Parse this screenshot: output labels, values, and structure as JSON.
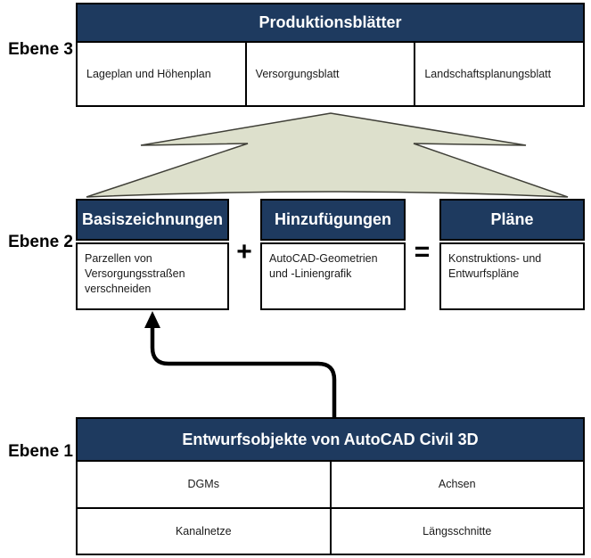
{
  "colors": {
    "header_navy": "#1E3A5F",
    "arrow_fill": "#DDE0CC",
    "arrow_stroke": "#3F3F37",
    "border": "#000000"
  },
  "side_labels": {
    "level3": "Ebene 3",
    "level2": "Ebene 2",
    "level1": "Ebene 1"
  },
  "level3": {
    "title": "Produktionsblätter",
    "cells": [
      "Lageplan und Höhenplan",
      "Versorgungsblatt",
      "Landschaftsplanungsblatt"
    ]
  },
  "level2": {
    "plus": "+",
    "equals": "=",
    "boxes": [
      {
        "title": "Basiszeichnungen",
        "body": "Parzellen von Versorgungsstraßen verschneiden"
      },
      {
        "title": "Hinzufügungen",
        "body": "AutoCAD-Geometrien und -Liniengrafik"
      },
      {
        "title": "Pläne",
        "body": "Konstruktions- und Entwurfspläne"
      }
    ]
  },
  "level1": {
    "title": "Entwurfsobjekte von AutoCAD Civil 3D",
    "rows": [
      [
        "DGMs",
        "Achsen"
      ],
      [
        "Kanalnetze",
        "Längsschnitte"
      ]
    ]
  }
}
